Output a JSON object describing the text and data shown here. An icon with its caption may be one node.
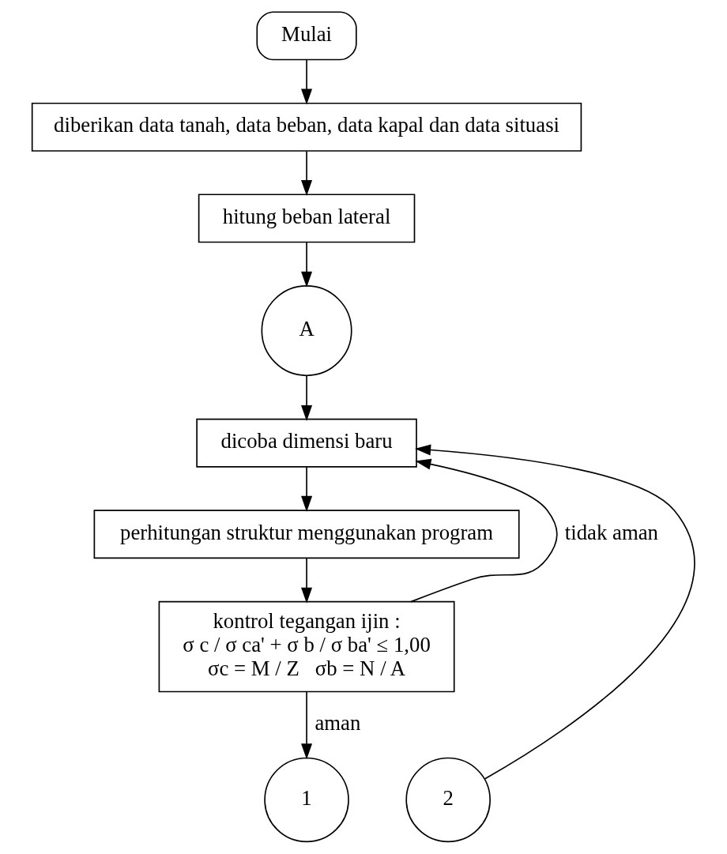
{
  "diagram": {
    "nodes": [
      {
        "text": [
          "Mulai"
        ]
      },
      {
        "text": [
          "diberikan data tanah, data beban, data kapal dan data situasi"
        ]
      },
      {
        "text": [
          "hitung beban lateral"
        ]
      },
      {
        "text": [
          "A"
        ]
      },
      {
        "text": [
          "dicoba dimensi baru"
        ]
      },
      {
        "text": [
          "perhitungan struktur menggunakan program"
        ]
      },
      {
        "text": [
          "kontrol tegangan ijin :",
          "σ c / σ ca' + σ b / σ ba' ≤ 1,00",
          "σc = M / Z   σb = N / A"
        ]
      },
      {
        "text": [
          "2"
        ]
      },
      {
        "text": [
          "1"
        ]
      }
    ],
    "edges": [
      {
        "from": 0,
        "to": 1,
        "arrow": "to"
      },
      {
        "from": 1,
        "to": 2,
        "arrow": "to"
      },
      {
        "from": 2,
        "to": 3,
        "arrow": "to"
      },
      {
        "from": 3,
        "to": 4,
        "arrow": "to"
      },
      {
        "from": 7,
        "to": 4,
        "arrow": "to"
      },
      {
        "from": 4,
        "to": 5,
        "arrow": "to"
      },
      {
        "from": 5,
        "to": 6,
        "arrow": "to"
      },
      {
        "from": 6,
        "to": 4,
        "arrow": "to",
        "label": "tidak aman"
      },
      {
        "from": 6,
        "to": 8,
        "arrow": "to",
        "label": "aman"
      }
    ]
  }
}
